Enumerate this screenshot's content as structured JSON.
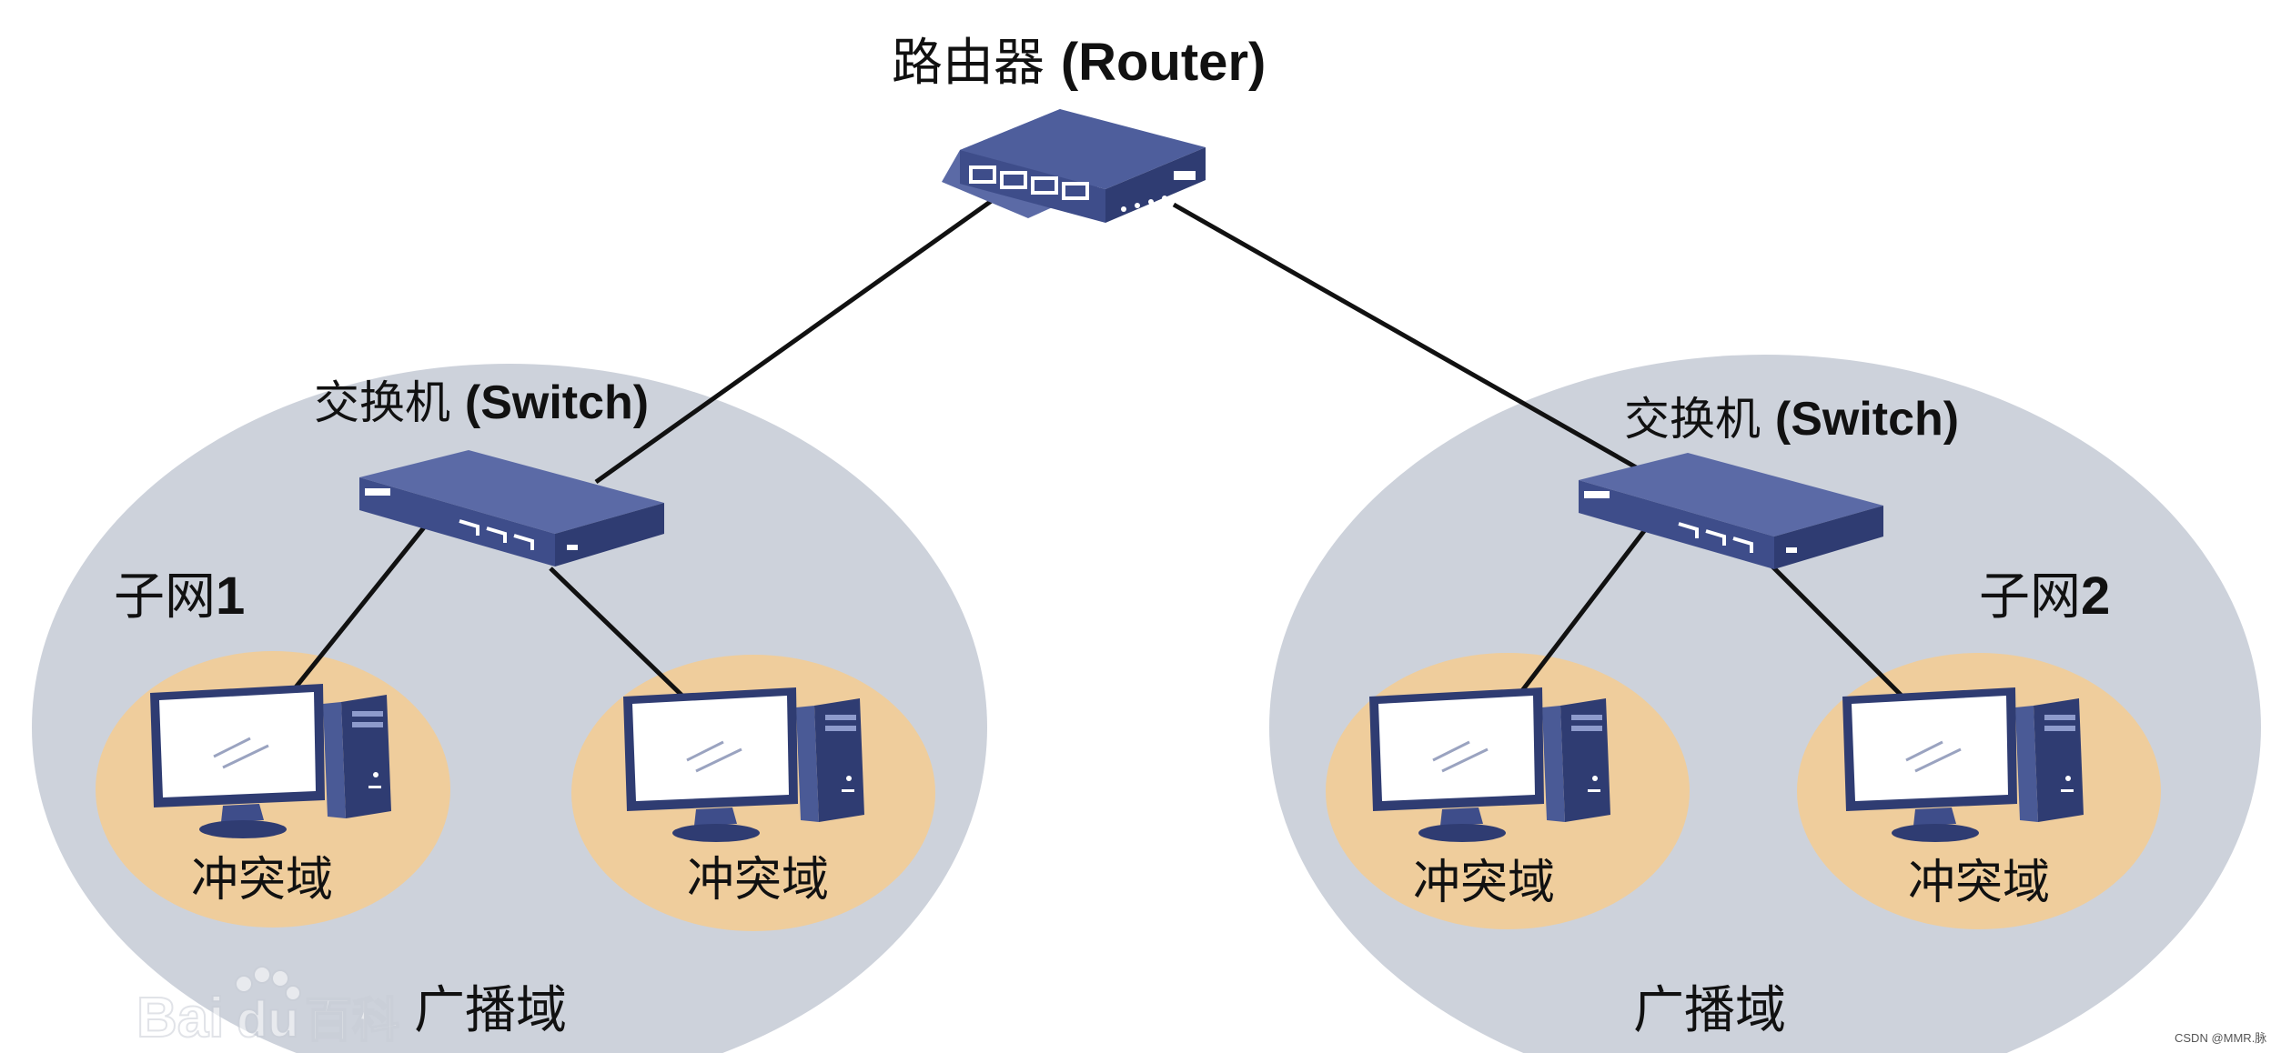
{
  "router": {
    "cn": "路由器 ",
    "en": "(Router)"
  },
  "switches": [
    {
      "cn": "交换机 ",
      "en": "(Switch)"
    },
    {
      "cn": "交换机 ",
      "en": "(Switch)"
    }
  ],
  "subnets": [
    {
      "cn": "子网",
      "num": "1",
      "broadcast": "广播域"
    },
    {
      "cn": "子网",
      "num": "2",
      "broadcast": "广播域"
    }
  ],
  "collision_domains": [
    "冲突域",
    "冲突域",
    "冲突域",
    "冲突域"
  ],
  "watermark": {
    "baidu": "Bai",
    "du": "du",
    "baike": "百科"
  },
  "credit": "CSDN @MMR.脉",
  "colors": {
    "broadcast_bg": "#cdd2db",
    "collision_bg": "#efcd9c",
    "device_blue": "#4a5a96",
    "device_blue_dark": "#2f3c72",
    "line": "#111111"
  },
  "icons": [
    "router-icon",
    "switch-icon",
    "computer-icon"
  ]
}
